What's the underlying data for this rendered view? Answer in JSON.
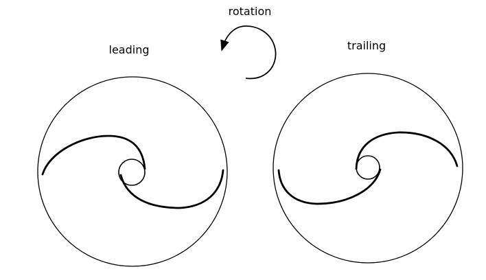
{
  "labels": {
    "rotation": "rotation",
    "leading": "leading",
    "trailing": "trailing"
  },
  "colors": {
    "stroke": "#000000",
    "background": "#ffffff"
  }
}
